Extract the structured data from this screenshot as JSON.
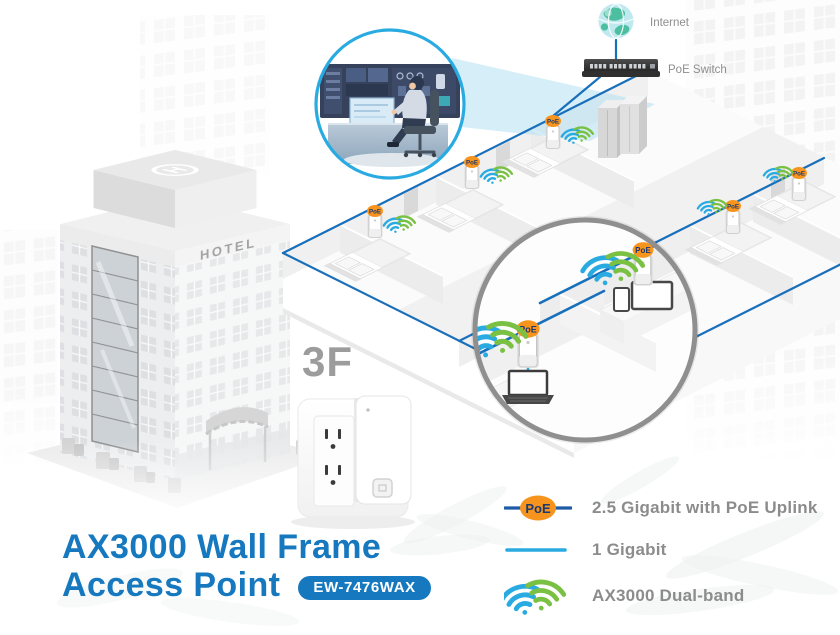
{
  "diagram": {
    "internet_label": "Internet",
    "poe_switch_label": "PoE Switch",
    "floor_label": "3F",
    "hotel_sign": "HOTEL",
    "helipad_letter": "H",
    "poe_badge": "PoE"
  },
  "title": {
    "line1": "AX3000 Wall Frame",
    "line2": "Access Point",
    "model": "EW-7476WAX"
  },
  "legend": {
    "items": [
      {
        "name": "poe-uplink",
        "label": "2.5 Gigabit with PoE Uplink"
      },
      {
        "name": "one-gigabit",
        "label": "1 Gigabit"
      },
      {
        "name": "dual-band",
        "label": "AX3000 Dual-band"
      }
    ]
  },
  "colors": {
    "title_blue": "#1678be",
    "line_dark_blue": "#1a6fba",
    "legend_dark_blue": "#1d5ba6",
    "line_cyan": "#29abe2",
    "poe_orange": "#f7941e",
    "poe_text_navy": "#1d3a6e",
    "wifi_blue": "#29abe2",
    "wifi_green": "#7ac143",
    "legend_text_gray": "#8c8c8c",
    "magnifier_ring_gray": "#8f8f8f"
  }
}
